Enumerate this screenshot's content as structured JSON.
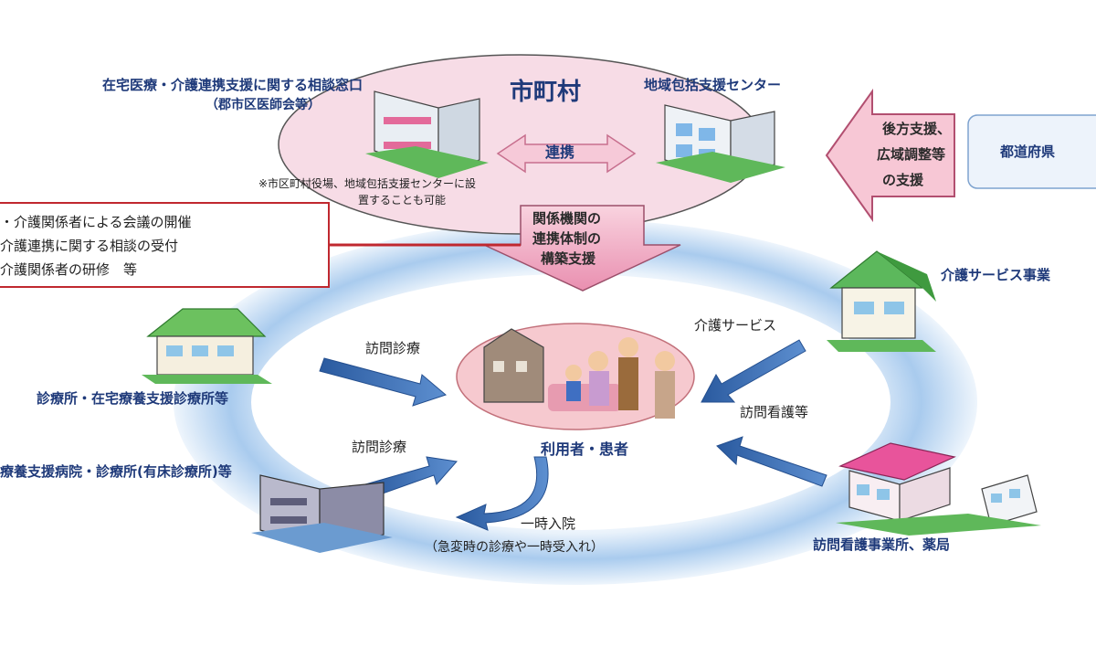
{
  "consult": {
    "title": "在宅医療・介護連携支援に関する相談窓口",
    "sub": "（郡市区医師会等）",
    "note_line1": "※市区町村役場、地域包括支援センターに設",
    "note_line2": "置することも可能"
  },
  "municipality": "市町村",
  "center": "地域包括支援センター",
  "link_label": "連携",
  "pref_support": [
    "後方支援、",
    "広域調整等",
    "の支援"
  ],
  "prefecture": "都道府県",
  "system_support": [
    "関係機関の",
    "連携体制の",
    "構築支援"
  ],
  "activities": [
    "・介護関係者による会議の開催",
    "介護連携に関する相談の受付",
    "介護関係者の研修　等"
  ],
  "care_office": "介護サービス事業",
  "care_service": "介護サービス",
  "clinic": "診療所・在宅療養支援診療所等",
  "visit_medical_1": "訪問診療",
  "visit_medical_2": "訪問診療",
  "hospital": "療養支援病院・診療所(有床診療所)等",
  "patients": "利用者・患者",
  "visit_nursing": "訪問看護等",
  "nursing_office": "訪問看護事業所、薬局",
  "admission_1": "一時入院",
  "admission_2": "（急変時の診療や一時受入れ）",
  "colors": {
    "navy": "#1f3a7a",
    "pink_oval": "#f7dce6",
    "blue_ring": "#9fc3ea",
    "arrow_blue": "#3d6fb6",
    "red_line": "#c0282f"
  }
}
